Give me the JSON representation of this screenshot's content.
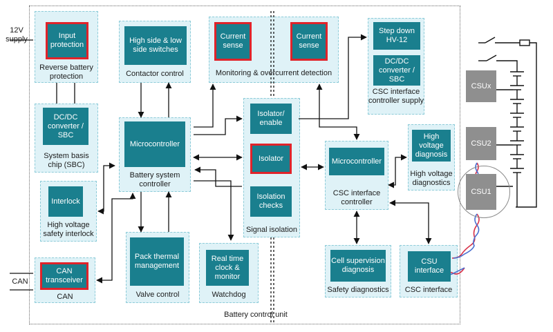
{
  "diagram": {
    "footer": "Battery control unit",
    "external": {
      "supply": "12V\nsupply",
      "can": "CAN"
    },
    "blocks": {
      "input_protection": "Input protection",
      "dcdc_sbc": "DC/DC converter / SBC",
      "interlock": "Interlock",
      "can_transceiver": "CAN transceiver",
      "hs_ls_switches": "High side & low side switches",
      "microcontroller_main": "Microcontroller",
      "pack_thermal": "Pack thermal management",
      "rtc_monitor": "Real time clock & monitor",
      "current_sense_1": "Current sense",
      "current_sense_2": "Current sense",
      "isolator_enable": "Isolator/ enable",
      "isolator": "Isolator",
      "isolation_checks": "Isolation checks",
      "step_down": "Step down HV-12",
      "dcdc_sbc_2": "DC/DC converter / SBC",
      "microcontroller_csc": "Microcontroller",
      "hv_diagnosis": "High voltage diagnosis",
      "cell_supervision": "Cell supervision diagnosis",
      "csu_interface": "CSU interface"
    },
    "group_labels": {
      "reverse_battery": "Reverse battery protection",
      "sbc": "System basis chip (SBC)",
      "hv_interlock": "High voltage safety interlock",
      "can": "CAN",
      "contactor": "Contactor control",
      "bsc": "Battery system controller",
      "valve": "Valve control",
      "watchdog": "Watchdog",
      "monitoring": "Monitoring & overcurrent detection",
      "signal_isolation": "Signal isolation",
      "csc_supply": "CSC interface controller supply",
      "csc_controller": "CSC interface controller",
      "hv_diagnostics": "High voltage diagnostics",
      "safety_diagnostics": "Safety diagnostics",
      "csc_interface": "CSC interface"
    },
    "csu": [
      "CSUx",
      "CSU2",
      "CSU1"
    ]
  },
  "colors": {
    "block": "#1a7f8e",
    "group_bg": "#dff2f7",
    "group_border": "#8ccbd8",
    "highlight": "#e0232a",
    "csu": "#8f8f8f",
    "cable_red": "#d8334a",
    "cable_blue": "#4a6fd0"
  }
}
